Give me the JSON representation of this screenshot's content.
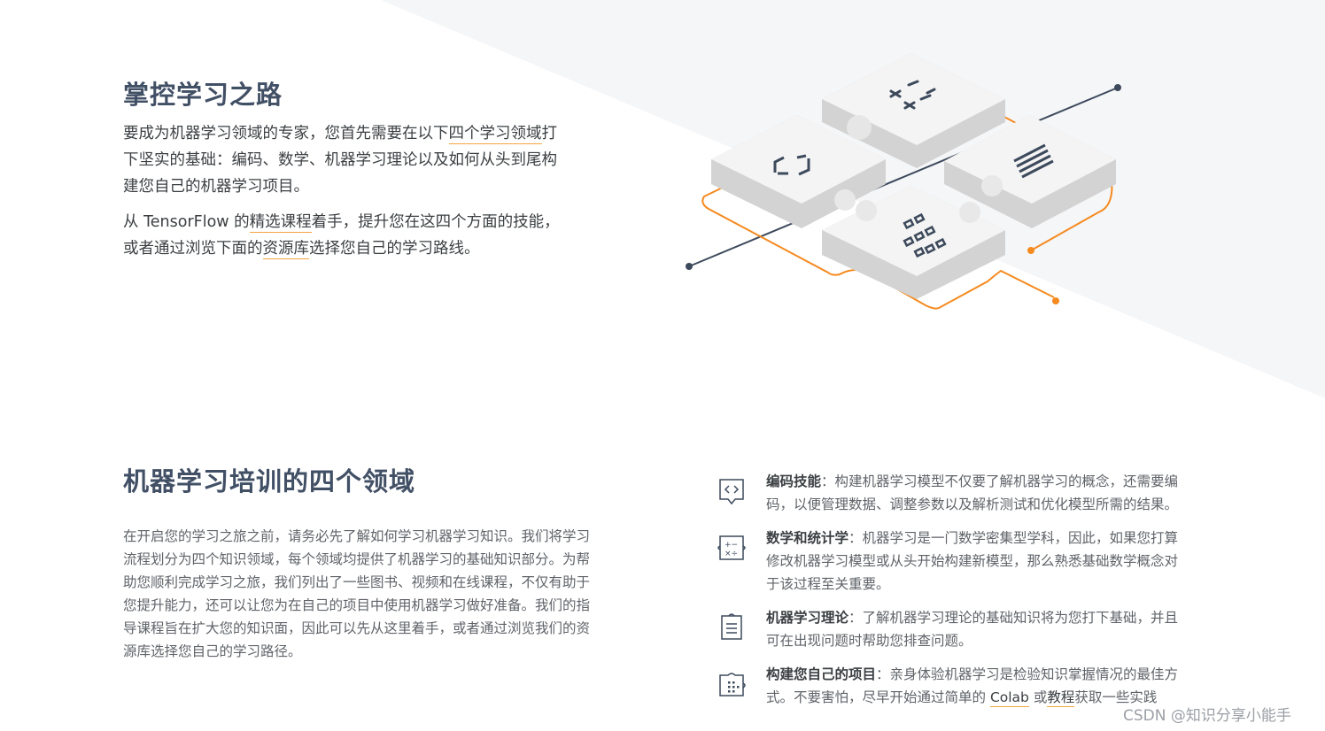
{
  "hero": {
    "title": "掌控学习之路",
    "p1": {
      "before": "要成为机器学习领域的专家，您首先需要在以下",
      "link": "四个学习领域",
      "after": "打下坚实的基础：编码、数学、机器学习理论以及如何从头到尾构建您自己的机器学习项目。"
    },
    "p2": {
      "part1": "从 TensorFlow 的",
      "link1": "精选课程",
      "part2": "着手，提升您在这四个方面的技能，或者通过浏览下面的",
      "link2": "资源库",
      "part3": "选择您自己的学习路线。"
    }
  },
  "illustration": {
    "icons": [
      "math-symbols-icon",
      "brackets-icon",
      "lines-icon",
      "grid-dots-icon"
    ],
    "colors": {
      "accent": "#f58a1f",
      "line": "#3d4a5c",
      "tile": "#f3f3f3",
      "tile_side": "#d5d5d5"
    }
  },
  "section": {
    "title": "机器学习培训的四个领域",
    "body": "在开启您的学习之旅之前，请务必先了解如何学习机器学习知识。我们将学习流程划分为四个知识领域，每个领域均提供了机器学习的基础知识部分。为帮助您顺利完成学习之旅，我们列出了一些图书、视频和在线课程，不仅有助于您提升能力，还可以让您为在自己的项目中使用机器学习做好准备。我们的指导课程旨在扩大您的知识面，因此可以先从这里着手，或者通过浏览我们的资源库选择您自己的学习路径。"
  },
  "areas": [
    {
      "title": "编码技能",
      "text": "：构建机器学习模型不仅要了解机器学习的概念，还需要编码，以便管理数据、调整参数以及解析测试和优化模型所需的结果。"
    },
    {
      "title": "数学和统计学",
      "text": "：机器学习是一门数学密集型学科，因此，如果您打算修改机器学习模型或从头开始构建新模型，那么熟悉基础数学概念对于该过程至关重要。"
    },
    {
      "title": "机器学习理论",
      "text": "：了解机器学习理论的基础知识将为您打下基础，并且可在出现问题时帮助您排查问题。"
    },
    {
      "title": "构建您自己的项目",
      "text_before": "：亲身体验机器学习是检验知识掌握情况的最佳方式。不要害怕，尽早开始通过简单的 ",
      "link1": "Colab",
      "middle": " 或",
      "link2": "教程",
      "text_after": "获取一些实践"
    }
  ],
  "watermark": "CSDN @知识分享小能手"
}
